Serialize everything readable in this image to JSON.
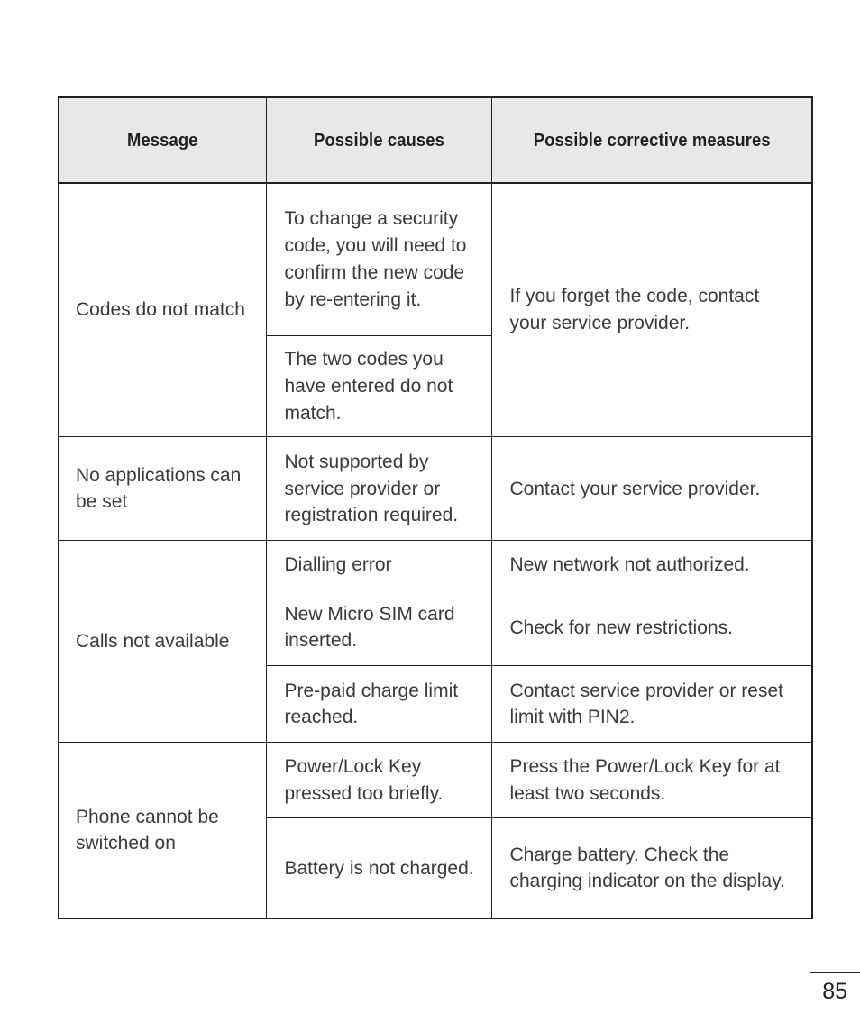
{
  "document": {
    "page_number": "85",
    "header_background": "#e8e8e8",
    "text_color": "#3a3a3c",
    "border_color": "#231f20"
  },
  "table": {
    "columns": [
      "Message",
      "Possible causes",
      "Possible corrective measures"
    ],
    "rows": [
      {
        "message": "Codes do not match",
        "causes": [
          "To change a security code, you will need to confirm the new code by re-entering it.",
          "The two codes you have entered do not match."
        ],
        "measures": [
          "If you forget the code, contact your service provider."
        ],
        "measures_merged": true
      },
      {
        "message": "No applications can be set",
        "causes": [
          "Not supported by service provider or registration required."
        ],
        "measures": [
          "Contact your service provider."
        ],
        "measures_merged": false
      },
      {
        "message": "Calls not available",
        "causes": [
          "Dialling error",
          "New Micro SIM card inserted.",
          "Pre-paid charge limit reached."
        ],
        "measures": [
          "New network not authorized.",
          "Check for new restrictions.",
          "Contact service provider or reset limit with PIN2."
        ],
        "measures_merged": false
      },
      {
        "message": "Phone cannot be switched on",
        "causes": [
          "Power/Lock Key pressed too briefly.",
          "Battery is not charged."
        ],
        "measures": [
          "Press the Power/Lock Key for at least two seconds.",
          "Charge battery. Check the charging indicator on the display."
        ],
        "measures_merged": false
      }
    ]
  }
}
